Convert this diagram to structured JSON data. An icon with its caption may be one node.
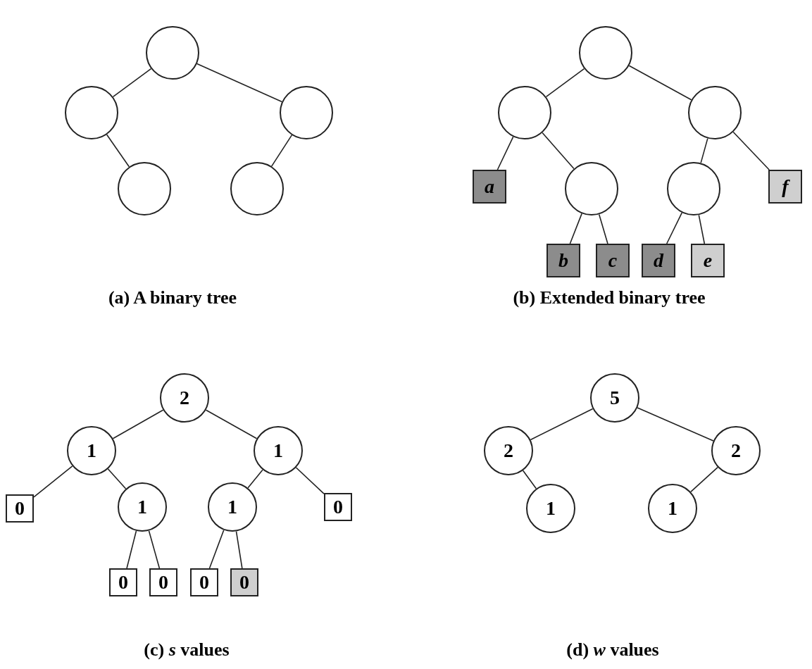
{
  "diagram": {
    "nodes": [
      {
        "text": [],
        "shape": "circle"
      },
      {
        "text": [],
        "shape": "circle"
      },
      {
        "text": [],
        "shape": "circle"
      },
      {
        "text": [],
        "shape": "circle"
      },
      {
        "text": [],
        "shape": "circle"
      },
      {
        "text": [],
        "shape": "circle"
      },
      {
        "text": [],
        "shape": "circle"
      },
      {
        "text": [],
        "shape": "circle"
      },
      {
        "text": [
          "a"
        ]
      },
      {
        "text": [],
        "shape": "circle"
      },
      {
        "text": [],
        "shape": "circle"
      },
      {
        "text": [
          "f"
        ]
      },
      {
        "text": [
          "b"
        ]
      },
      {
        "text": [
          "c"
        ]
      },
      {
        "text": [
          "d"
        ]
      },
      {
        "text": [
          "e"
        ]
      },
      {
        "text": [
          "2"
        ]
      },
      {
        "text": [
          "1"
        ]
      },
      {
        "text": [
          "1"
        ]
      },
      {
        "text": [
          "0"
        ]
      },
      {
        "text": [
          "1"
        ]
      },
      {
        "text": [
          "1"
        ]
      },
      {
        "text": [
          "0"
        ]
      },
      {
        "text": [
          "0"
        ]
      },
      {
        "text": [
          "0"
        ]
      },
      {
        "text": [
          "0"
        ]
      },
      {
        "text": [
          "0"
        ]
      },
      {
        "text": [
          "5"
        ]
      },
      {
        "text": [
          "2"
        ]
      },
      {
        "text": [
          "2"
        ]
      },
      {
        "text": [
          "1"
        ]
      },
      {
        "text": [
          "1"
        ]
      }
    ],
    "edges": [
      {
        "from": 0,
        "to": 1,
        "arrow": "none"
      },
      {
        "from": 0,
        "to": 2,
        "arrow": "none"
      },
      {
        "from": 1,
        "to": 3,
        "arrow": "none"
      },
      {
        "from": 2,
        "to": 4,
        "arrow": "none"
      },
      {
        "from": 5,
        "to": 6,
        "arrow": "none"
      },
      {
        "from": 5,
        "to": 7,
        "arrow": "none"
      },
      {
        "from": 6,
        "to": 8,
        "arrow": "none"
      },
      {
        "from": 6,
        "to": 9,
        "arrow": "none"
      },
      {
        "from": 7,
        "to": 10,
        "arrow": "none"
      },
      {
        "from": 7,
        "to": 11,
        "arrow": "none"
      },
      {
        "from": 9,
        "to": 12,
        "arrow": "none"
      },
      {
        "from": 9,
        "to": 13,
        "arrow": "none"
      },
      {
        "from": 10,
        "to": 14,
        "arrow": "none"
      },
      {
        "from": 10,
        "to": 15,
        "arrow": "none"
      },
      {
        "from": 16,
        "to": 17,
        "arrow": "none"
      },
      {
        "from": 16,
        "to": 18,
        "arrow": "none"
      },
      {
        "from": 17,
        "to": 19,
        "arrow": "none"
      },
      {
        "from": 17,
        "to": 20,
        "arrow": "none"
      },
      {
        "from": 18,
        "to": 21,
        "arrow": "none"
      },
      {
        "from": 18,
        "to": 22,
        "arrow": "none"
      },
      {
        "from": 20,
        "to": 23,
        "arrow": "none"
      },
      {
        "from": 20,
        "to": 24,
        "arrow": "none"
      },
      {
        "from": 21,
        "to": 25,
        "arrow": "none"
      },
      {
        "from": 21,
        "to": 26,
        "arrow": "none"
      },
      {
        "from": 27,
        "to": 28,
        "arrow": "none"
      },
      {
        "from": 27,
        "to": 29,
        "arrow": "none"
      },
      {
        "from": 28,
        "to": 30,
        "arrow": "none"
      },
      {
        "from": 29,
        "to": 31,
        "arrow": "none"
      }
    ],
    "labels": [
      "(a) A binary tree",
      "(b) Extended binary tree",
      "(c) *s* values",
      "(d) *w* values"
    ]
  }
}
